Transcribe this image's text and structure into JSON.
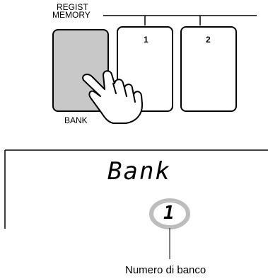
{
  "panel": {
    "regist_line1": "REGIST",
    "regist_line2": "MEMORY",
    "bank_label": "BANK",
    "button1_label": "1",
    "button2_label": "2",
    "bank_button_color": "#c8c8c8"
  },
  "display": {
    "text": "Bank",
    "bank_number": "1",
    "callout": "Numero di banco",
    "ring_color": "#bdbdbd"
  }
}
